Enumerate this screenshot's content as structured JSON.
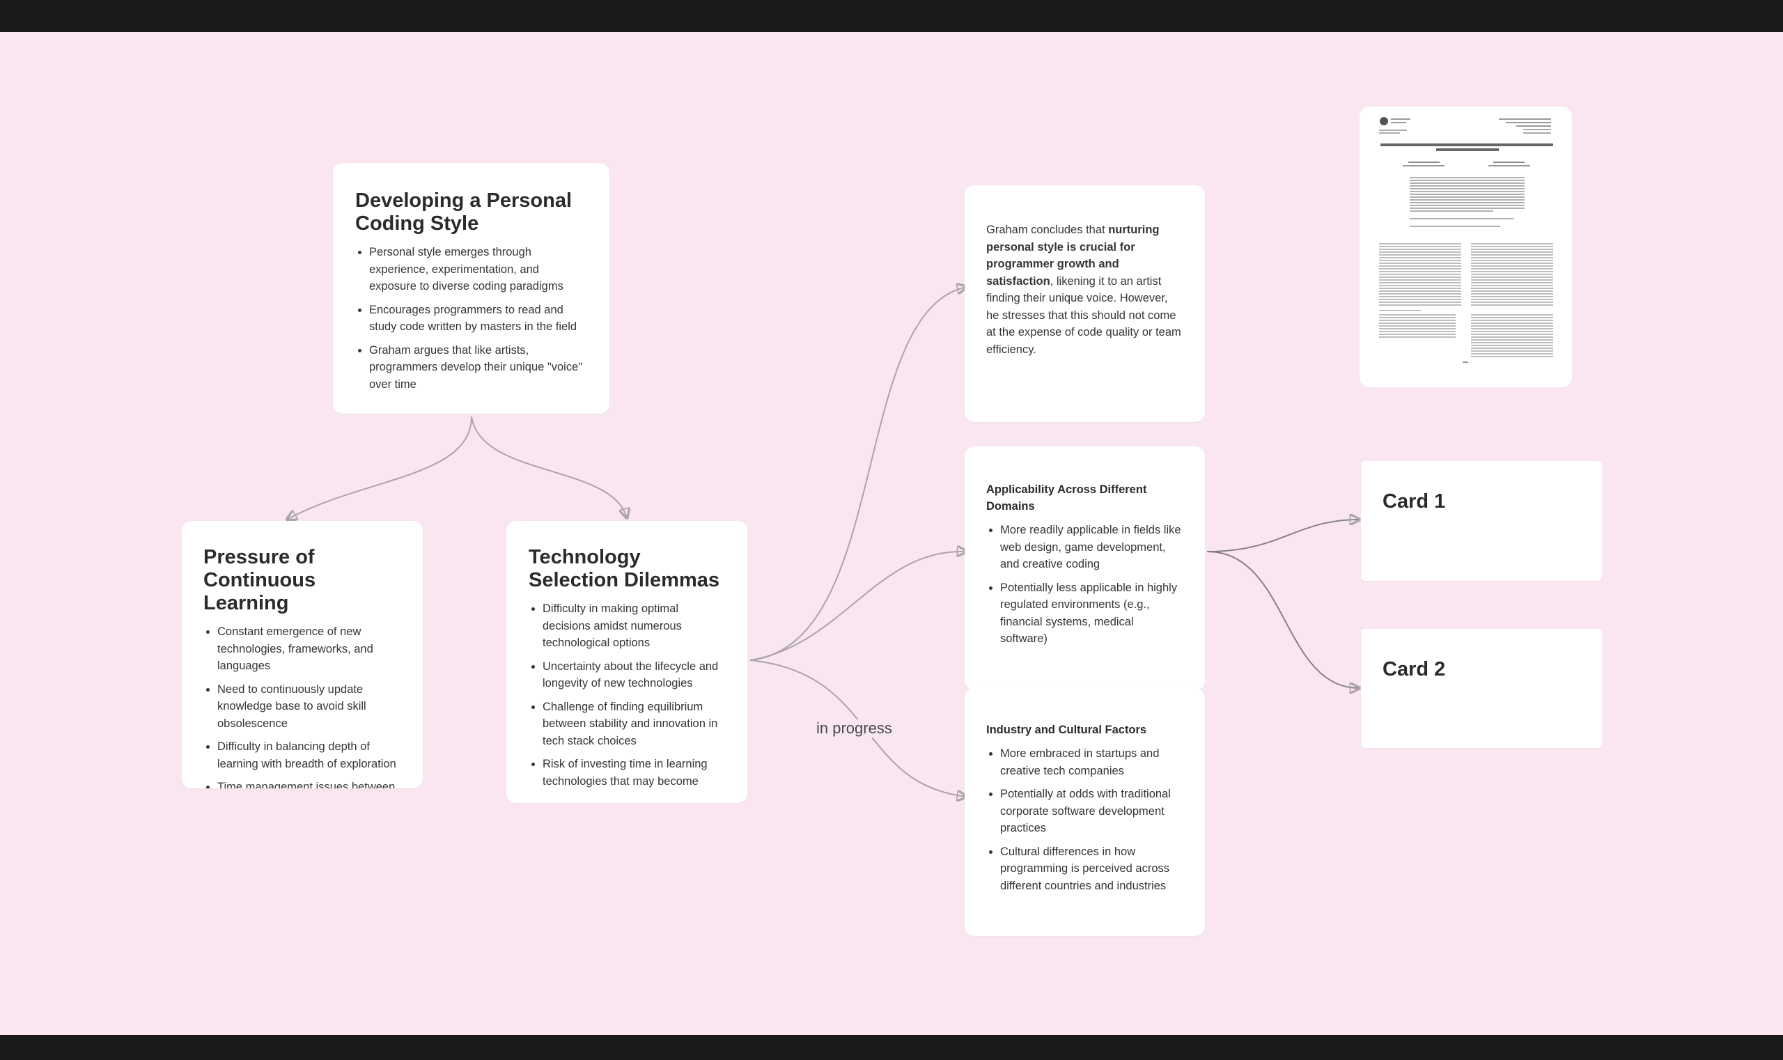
{
  "cards": {
    "coding_style": {
      "title": "Developing a Personal Coding Style",
      "bullets": [
        "Personal style emerges through experience, experimentation, and exposure to diverse coding paradigms",
        "Encourages programmers to read and study code written by masters in the field",
        "Graham argues that like artists, programmers develop their unique \"voice\" over time"
      ]
    },
    "continuous_learning": {
      "title": "Pressure of Continuous Learning",
      "bullets": [
        "Constant emergence of new technologies, frameworks, and languages",
        "Need to continuously update knowledge base to avoid skill obsolescence",
        "Difficulty in balancing depth of learning with breadth of exploration",
        "Time management issues between"
      ]
    },
    "tech_selection": {
      "title": "Technology Selection Dilemmas",
      "bullets": [
        "Difficulty in making optimal decisions amidst numerous technological options",
        "Uncertainty about the lifecycle and longevity of new technologies",
        "Challenge of finding equilibrium between stability and innovation in tech stack choices",
        "Risk of investing time in learning technologies that may become"
      ]
    },
    "conclusion": {
      "text_before": "Graham concludes that ",
      "text_bold": "nurturing personal style is crucial for programmer growth and satisfaction",
      "text_after": ", likening it to an artist finding their unique voice. However, he stresses that this should not come at the expense of code quality or team efficiency."
    },
    "applicability": {
      "title": "Applicability Across Different Domains",
      "bullets": [
        "More readily applicable in fields like web design, game development, and creative coding",
        "Potentially less applicable in highly regulated environments (e.g., financial systems, medical software)"
      ]
    },
    "industry": {
      "title": "Industry and Cultural Factors",
      "bullets": [
        "More embraced in startups and creative tech companies",
        "Potentially at odds with traditional corporate software development practices",
        "Cultural differences in how programming is perceived across different countries and industries"
      ]
    },
    "card1": {
      "title": "Card 1"
    },
    "card2": {
      "title": "Card 2"
    }
  },
  "edge_labels": {
    "in_progress": "in progress"
  },
  "document": {
    "title": "Nice Guys Finish Last: When and Why Agreeableness Is Associated With Economic Hardship"
  },
  "colors": {
    "canvas": "#f9e6f1",
    "card": "#ffffff",
    "edge": "#aaa3a8",
    "frame": "#1b1b1b"
  }
}
